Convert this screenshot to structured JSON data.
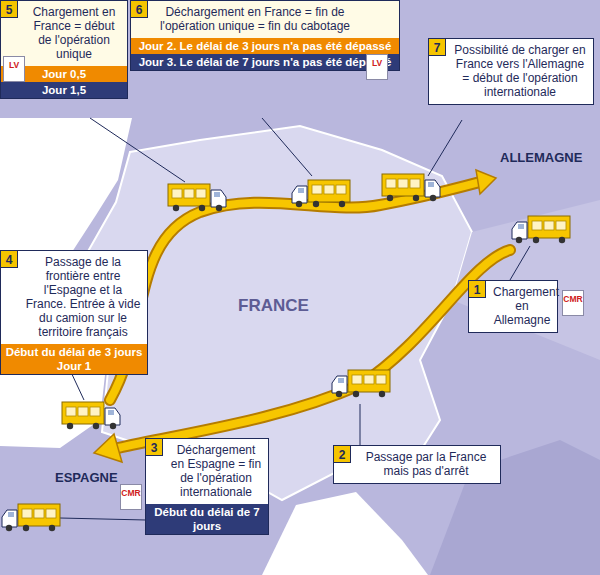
{
  "diagram": {
    "nodes": [
      {
        "text": [
          "Chargement en France = début de l'opération unique"
        ]
      },
      {
        "text": [
          "Jour 0,5"
        ],
        "in": 0
      },
      {
        "text": [
          "Jour 1,5"
        ],
        "in": 0
      },
      {
        "text": [
          "Déchargement en France = fin de l'opération unique = fin du cabotage"
        ]
      },
      {
        "text": [
          "Jour 2. Le délai de 3 jours n'a pas été dépassé"
        ],
        "in": 3
      },
      {
        "text": [
          "Jour 3. Le délai de 7 jours n'a pas été dépassé"
        ],
        "in": 3
      },
      {
        "text": [
          "Possibilité de charger en France vers l'Allemagne = début de l'opération internationale"
        ]
      },
      {
        "text": [
          "Passage de la frontière entre l'Espagne et la France. Entrée à vide du camion sur le territoire français"
        ]
      },
      {
        "text": [
          "Début du délai de 3 jours",
          "Jour 1"
        ],
        "in": 7
      },
      {
        "text": [
          "Chargement en Allemagne"
        ]
      },
      {
        "text": [
          "Passage par la France mais pas d'arrêt"
        ]
      },
      {
        "text": [
          "Déchargement en Espagne = fin de l'opération internationale"
        ]
      },
      {
        "text": [
          "Début du délai de 7 jours"
        ],
        "in": 11
      }
    ],
    "labels": [
      "5",
      "LV",
      "6",
      "LV",
      "7",
      "ALLEMAGNE",
      "4",
      "1",
      "CMR",
      "FRANCE",
      "2",
      "ESPAGNE",
      "3",
      "CMR"
    ]
  }
}
